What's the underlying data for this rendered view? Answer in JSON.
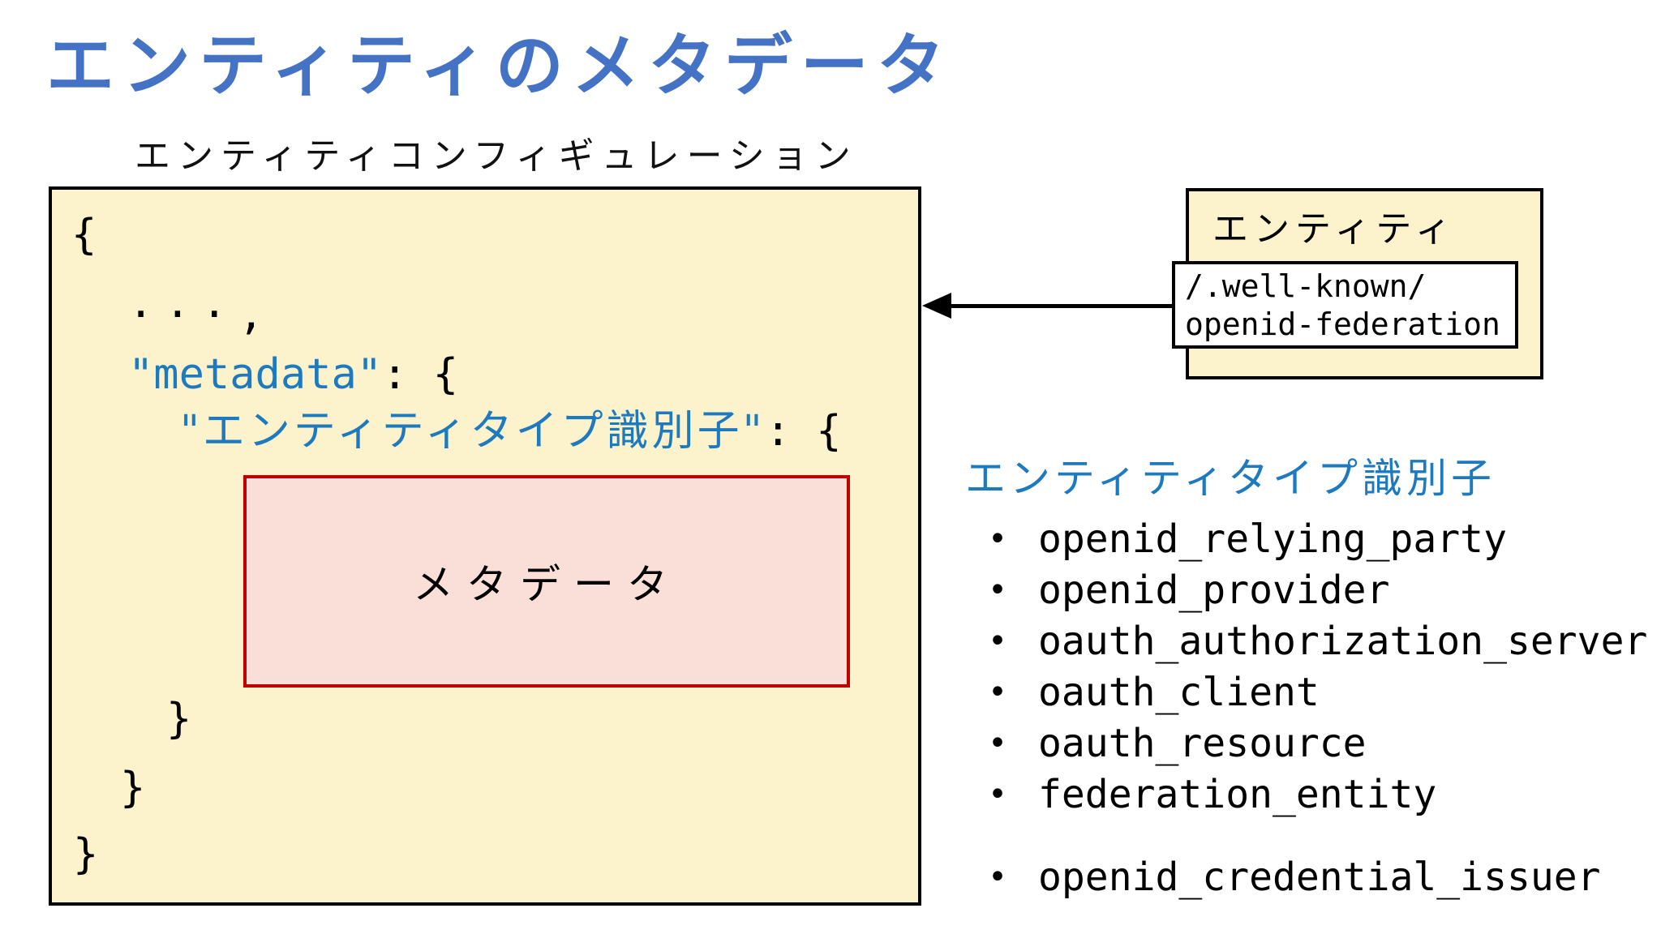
{
  "slide": {
    "title": "エンティティのメタデータ",
    "subtitle": "エンティティコンフィギュレーション"
  },
  "config_box": {
    "line1_open": "{",
    "line2_ellipsis": "···,",
    "line3_key": "\"metadata\"",
    "line3_rest": ": {",
    "line4_key": "\"エンティティタイプ識別子\"",
    "line4_rest": ": {",
    "metadata_label": "メタデータ",
    "close1": "}",
    "close2": "}",
    "close3": "}"
  },
  "entity_box": {
    "label": "エンティティ",
    "wellknown_line1": "/.well-known/",
    "wellknown_line2": "openid-federation"
  },
  "identifiers": {
    "heading": "エンティティタイプ識別子",
    "bullet_char": "•",
    "items": [
      "openid_relying_party",
      "openid_provider",
      "oauth_authorization_server",
      "oauth_client",
      "oauth_resource",
      "federation_entity",
      "openid_credential_issuer"
    ]
  },
  "colors": {
    "title_blue": "#4472C4",
    "code_blue": "#1E7ABE",
    "cream_fill": "#FCF2CC",
    "pink_fill": "#F9DFD8",
    "red_border": "#C00000",
    "black_border": "#000000"
  }
}
